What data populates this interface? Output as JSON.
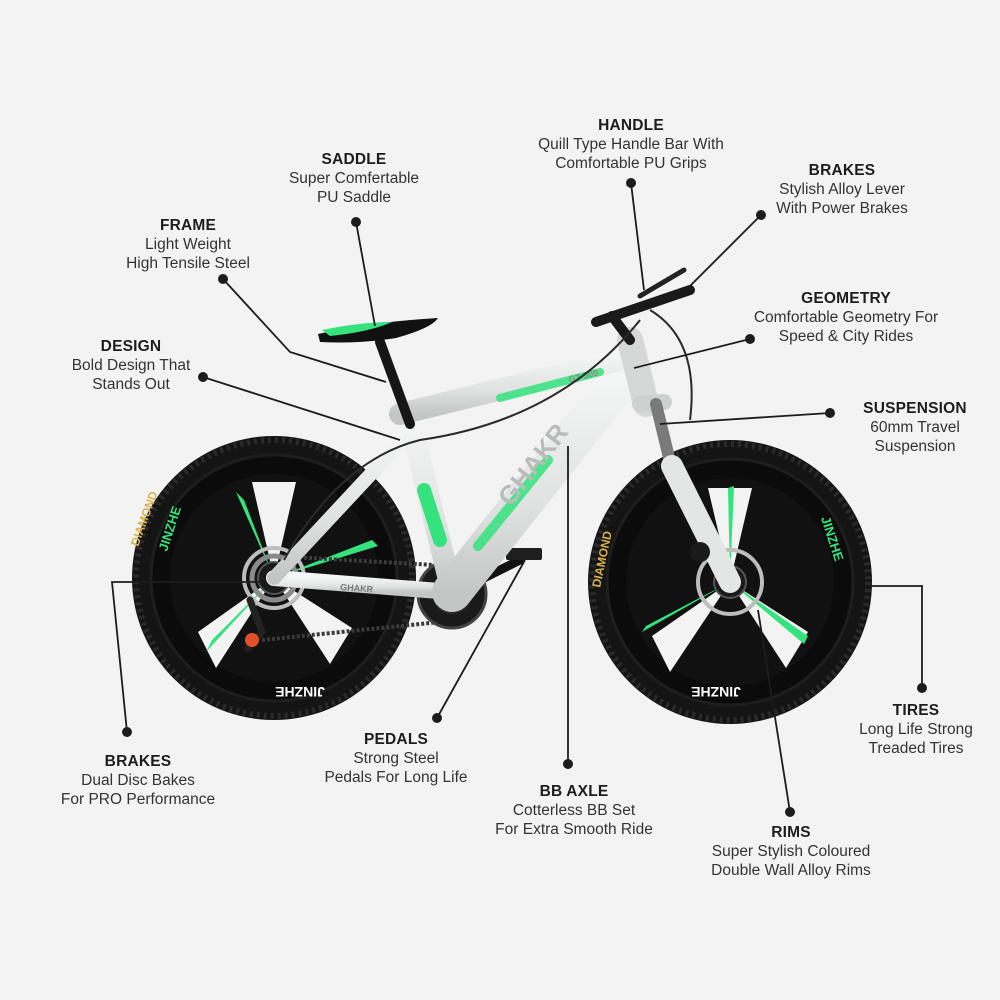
{
  "callouts": {
    "handle": {
      "title": "HANDLE",
      "line1": "Quill Type Handle Bar With",
      "line2": "Comfortable PU Grips"
    },
    "saddle": {
      "title": "SADDLE",
      "line1": "Super Comfertable",
      "line2": "PU Saddle"
    },
    "brakes_top": {
      "title": "BRAKES",
      "line1": "Stylish Alloy Lever",
      "line2": "With Power Brakes"
    },
    "frame": {
      "title": "FRAME",
      "line1": "Light Weight",
      "line2": "High Tensile Steel"
    },
    "geometry": {
      "title": "GEOMETRY",
      "line1": "Comfortable Geometry For",
      "line2": "Speed & City Rides"
    },
    "design": {
      "title": "DESIGN",
      "line1": "Bold Design That",
      "line2": "Stands Out"
    },
    "suspension": {
      "title": "SUSPENSION",
      "line1": "60mm Travel",
      "line2": "Suspension"
    },
    "tires": {
      "title": "TIRES",
      "line1": "Long Life Strong",
      "line2": "Treaded Tires"
    },
    "brakes_bottom": {
      "title": "BRAKES",
      "line1": "Dual Disc Bakes",
      "line2": "For PRO Performance"
    },
    "pedals": {
      "title": "PEDALS",
      "line1": "Strong Steel",
      "line2": "Pedals For Long Life"
    },
    "bb_axle": {
      "title": "BB AXLE",
      "line1": "Cotterless BB Set",
      "line2": "For Extra Smooth Ride"
    },
    "rims": {
      "title": "RIMS",
      "line1": "Super Stylish Coloured",
      "line2": "Double Wall Alloy Rims"
    }
  },
  "bike": {
    "top_tube_text": "GT-500",
    "down_tube_text": "GHAKR",
    "chainstay_text": "GHAKR",
    "rim_text": "JINZHE",
    "tire_text": "DIAMOND",
    "colors": {
      "frame": "#e4e6e5",
      "frame_shade": "#c8cbca",
      "accent": "#34e37d",
      "accent_dark": "#1faa5a",
      "tire": "#141414",
      "rim": "#0d0d0d",
      "tire_label": "#d8b24a"
    }
  }
}
